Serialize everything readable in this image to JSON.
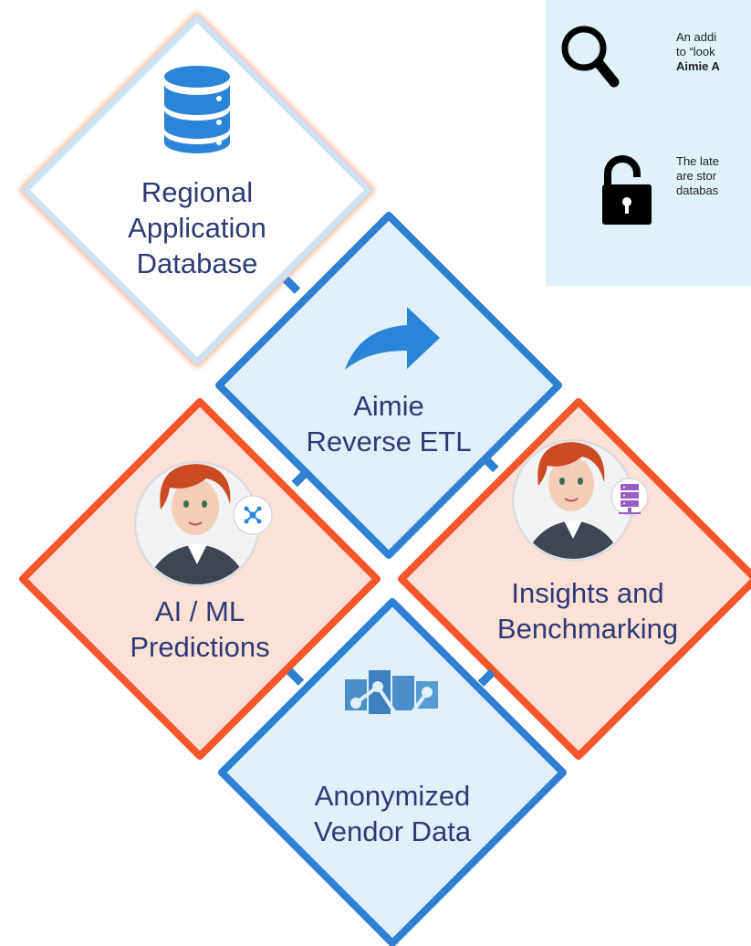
{
  "colors": {
    "top_border": "#cfe1f1",
    "top_glow": "#f6b79c",
    "blue_border": "#2f7fd2",
    "blue_fill": "#dff0fa",
    "orange_border": "#f4562a",
    "orange_fill": "#fde0d6",
    "text": "#2d3a74",
    "icon_blue": "#2a85d8",
    "icon_purple": "#9a5dc8",
    "panel_bg": "#e0f1fa"
  },
  "nodes": {
    "database": {
      "label": "Regional\nApplication\nDatabase",
      "icon": "database-icon"
    },
    "etl": {
      "label": "Aimie\nReverse ETL",
      "icon": "curved-arrow-icon"
    },
    "ai_ml": {
      "label": "AI / ML\nPredictions",
      "icon": "avatar-with-network-icon"
    },
    "insights": {
      "label": "Insights and\nBenchmarking",
      "icon": "avatar-with-server-icon"
    },
    "vendor": {
      "label": "Anonymized\nVendor Data",
      "icon": "analytics-icon"
    }
  },
  "info_panel": {
    "items": [
      {
        "icon": "magnifier-icon",
        "lines": [
          "An addi",
          "to “look",
          "Aimie A"
        ]
      },
      {
        "icon": "padlock-open-icon",
        "lines": [
          "The late",
          "are stor",
          "databas"
        ]
      }
    ]
  }
}
